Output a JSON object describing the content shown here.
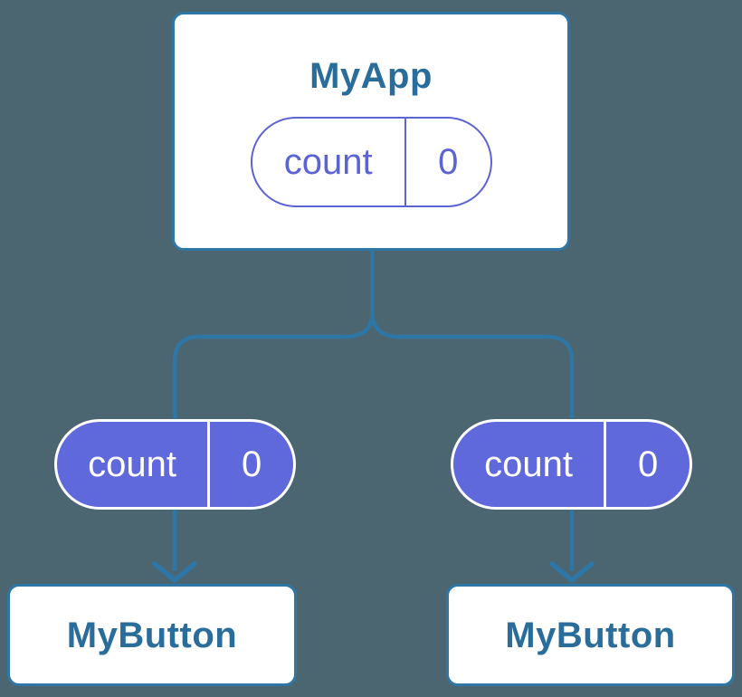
{
  "colors": {
    "background": "#4C6671",
    "connector_stroke": "#2E76A6",
    "card_border": "#2E76A6",
    "card_title_text": "#2B6D9A",
    "pill_purple_fill": "#6069DB",
    "pill_purple_outline": "#5B63D5",
    "pill_light_text": "#FFFFFF"
  },
  "root_card": {
    "title": "MyApp",
    "state_pill": {
      "name": "count",
      "value": "0"
    }
  },
  "children": [
    {
      "prop_pill": {
        "name": "count",
        "value": "0"
      },
      "card": {
        "title": "MyButton"
      }
    },
    {
      "prop_pill": {
        "name": "count",
        "value": "0"
      },
      "card": {
        "title": "MyButton"
      }
    }
  ]
}
